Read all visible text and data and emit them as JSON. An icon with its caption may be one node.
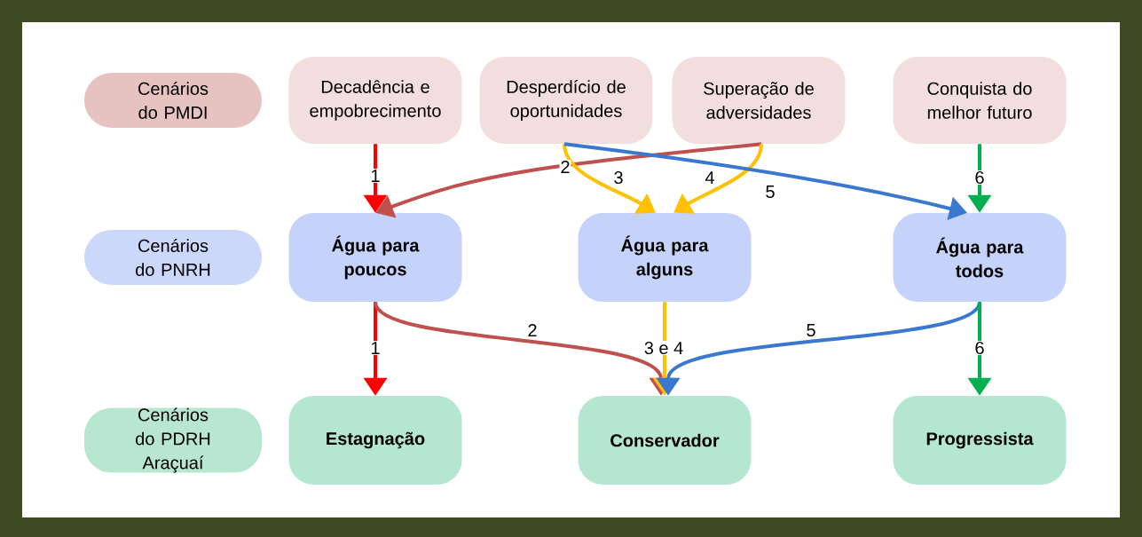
{
  "diagram": {
    "nodes": [
      {
        "text": [
          "Cenários do PMDI"
        ]
      },
      {
        "text": [
          "Decadência e empobrecimento"
        ]
      },
      {
        "text": [
          "Desperdício de oportunidades"
        ]
      },
      {
        "text": [
          "Superação de adversidades"
        ]
      },
      {
        "text": [
          "Conquista do melhor futuro"
        ]
      },
      {
        "text": [
          "Cenários do PNRH"
        ]
      },
      {
        "text": [
          "Água para poucos"
        ]
      },
      {
        "text": [
          "Água para alguns"
        ]
      },
      {
        "text": [
          "Água para todos"
        ]
      },
      {
        "text": [
          "Cenários do PDRH Araçuaí"
        ]
      },
      {
        "text": [
          "Estagnação"
        ]
      },
      {
        "text": [
          "Conservador"
        ]
      },
      {
        "text": [
          "Progressista"
        ]
      }
    ],
    "edges": [
      {
        "from": 1,
        "to": 6,
        "arrow": "to",
        "label": "1",
        "color": "#ff0000"
      },
      {
        "from": 3,
        "to": 6,
        "arrow": "to",
        "label": "2",
        "color": "#c0504d"
      },
      {
        "from": 2,
        "to": 7,
        "arrow": "to",
        "label": "3"
      },
      {
        "from": 3,
        "to": 7,
        "arrow": "to",
        "label": "4"
      },
      {
        "from": 2,
        "to": 8,
        "arrow": "to",
        "label": "5",
        "color": "#3a78d0"
      },
      {
        "from": 4,
        "to": 8,
        "arrow": "to",
        "label": "6",
        "color": "#00b050"
      },
      {
        "from": 6,
        "to": 10,
        "arrow": "to",
        "label": "1",
        "color": "#ff0000"
      },
      {
        "from": 6,
        "to": 11,
        "arrow": "to",
        "label": "2",
        "color": "#c0504d"
      },
      {
        "from": 7,
        "to": 11,
        "arrow": "to",
        "label": "3 e 4"
      },
      {
        "from": 8,
        "to": 11,
        "arrow": "to",
        "label": "5",
        "color": "#3a78d0"
      },
      {
        "from": 8,
        "to": 12,
        "arrow": "to",
        "label": "6",
        "color": "#00b050"
      }
    ]
  }
}
